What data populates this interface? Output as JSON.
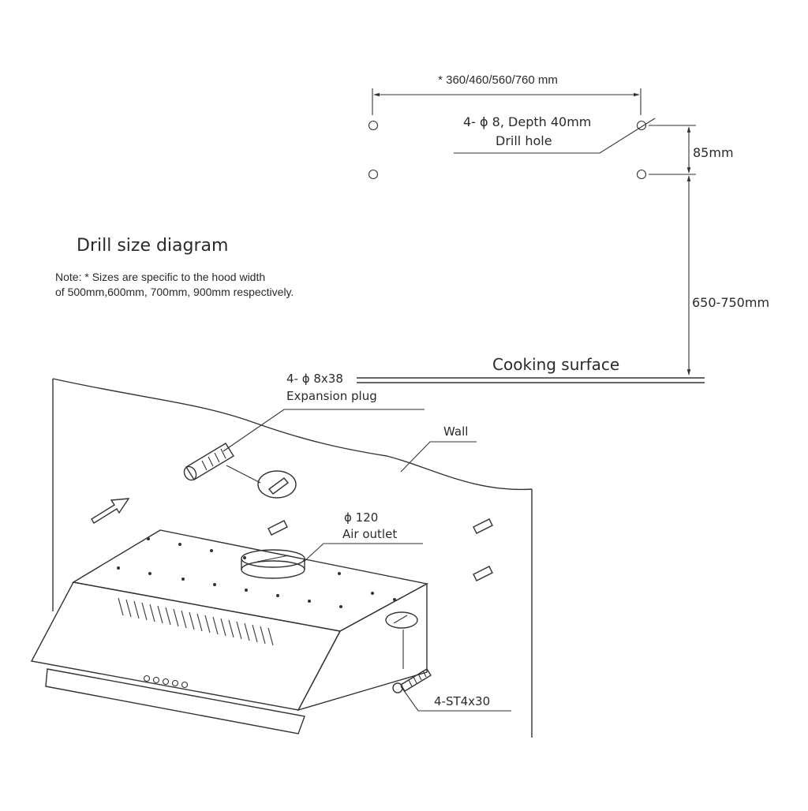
{
  "diagram": {
    "title": "Drill size diagram",
    "note_line1": "Note: * Sizes are specific to the hood width",
    "note_line2": "of 500mm,600mm, 700mm, 900mm respectively.",
    "width_dim": "* 360/460/560/760 mm",
    "drill_hole_line1": "4- ϕ 8, Depth 40mm",
    "drill_hole_line2": "Drill hole",
    "dim_85": "85mm",
    "dim_650_750": "650-750mm",
    "cooking_surface": "Cooking surface"
  },
  "install": {
    "plug_line1": "4- ϕ 8x38",
    "plug_line2": "Expansion plug",
    "wall": "Wall",
    "outlet_line1": "ϕ 120",
    "outlet_line2": "Air outlet",
    "screw": "4-ST4x30"
  }
}
